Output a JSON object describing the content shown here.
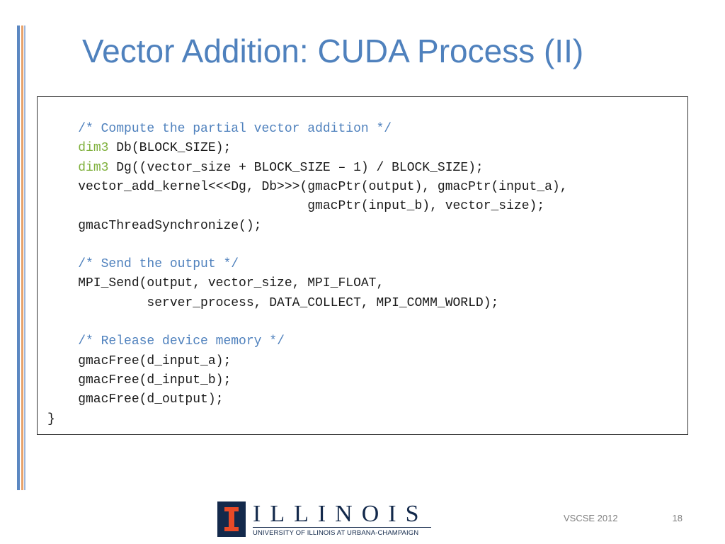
{
  "slide": {
    "title": "Vector Addition: CUDA Process (II)",
    "code_lines": [
      {
        "segments": [
          {
            "text": "    "
          },
          {
            "text": "/* Compute the partial vector addition */",
            "kind": "comment"
          }
        ]
      },
      {
        "segments": [
          {
            "text": "    "
          },
          {
            "text": "dim3",
            "kind": "keyword"
          },
          {
            "text": " Db(BLOCK_SIZE);"
          }
        ]
      },
      {
        "segments": [
          {
            "text": "    "
          },
          {
            "text": "dim3",
            "kind": "keyword"
          },
          {
            "text": " Dg((vector_size + BLOCK_SIZE – 1) / BLOCK_SIZE);"
          }
        ]
      },
      {
        "segments": [
          {
            "text": "    vector_add_kernel<<<Dg, Db>>>(gmacPtr(output), gmacPtr(input_a),"
          }
        ]
      },
      {
        "segments": [
          {
            "text": "                                  gmacPtr(input_b), vector_size);"
          }
        ]
      },
      {
        "segments": [
          {
            "text": "    gmacThreadSynchronize();"
          }
        ]
      },
      {
        "segments": [
          {
            "text": ""
          }
        ]
      },
      {
        "segments": [
          {
            "text": "    "
          },
          {
            "text": "/* Send the output */",
            "kind": "comment"
          }
        ]
      },
      {
        "segments": [
          {
            "text": "    MPI_Send(output, vector_size, MPI_FLOAT,"
          }
        ]
      },
      {
        "segments": [
          {
            "text": "             server_process, DATA_COLLECT, MPI_COMM_WORLD);"
          }
        ]
      },
      {
        "segments": [
          {
            "text": ""
          }
        ]
      },
      {
        "segments": [
          {
            "text": "    "
          },
          {
            "text": "/* Release device memory */",
            "kind": "comment"
          }
        ]
      },
      {
        "segments": [
          {
            "text": "    gmacFree(d_input_a);"
          }
        ]
      },
      {
        "segments": [
          {
            "text": "    gmacFree(d_input_b);"
          }
        ]
      },
      {
        "segments": [
          {
            "text": "    gmacFree(d_output);"
          }
        ]
      },
      {
        "segments": [
          {
            "text": "}"
          }
        ]
      }
    ]
  },
  "footer": {
    "logo_word": "ILLINOIS",
    "logo_subtitle": "UNIVERSITY OF ILLINOIS AT URBANA-CHAMPAIGN",
    "conference": "VSCSE 2012",
    "page_number": "18"
  },
  "colors": {
    "title": "#4f81bd",
    "comment": "#4f81bd",
    "keyword": "#7fb03c",
    "accent_orange": "#e8a26a",
    "illinois_blue": "#13294b",
    "illinois_orange": "#e84a27"
  }
}
